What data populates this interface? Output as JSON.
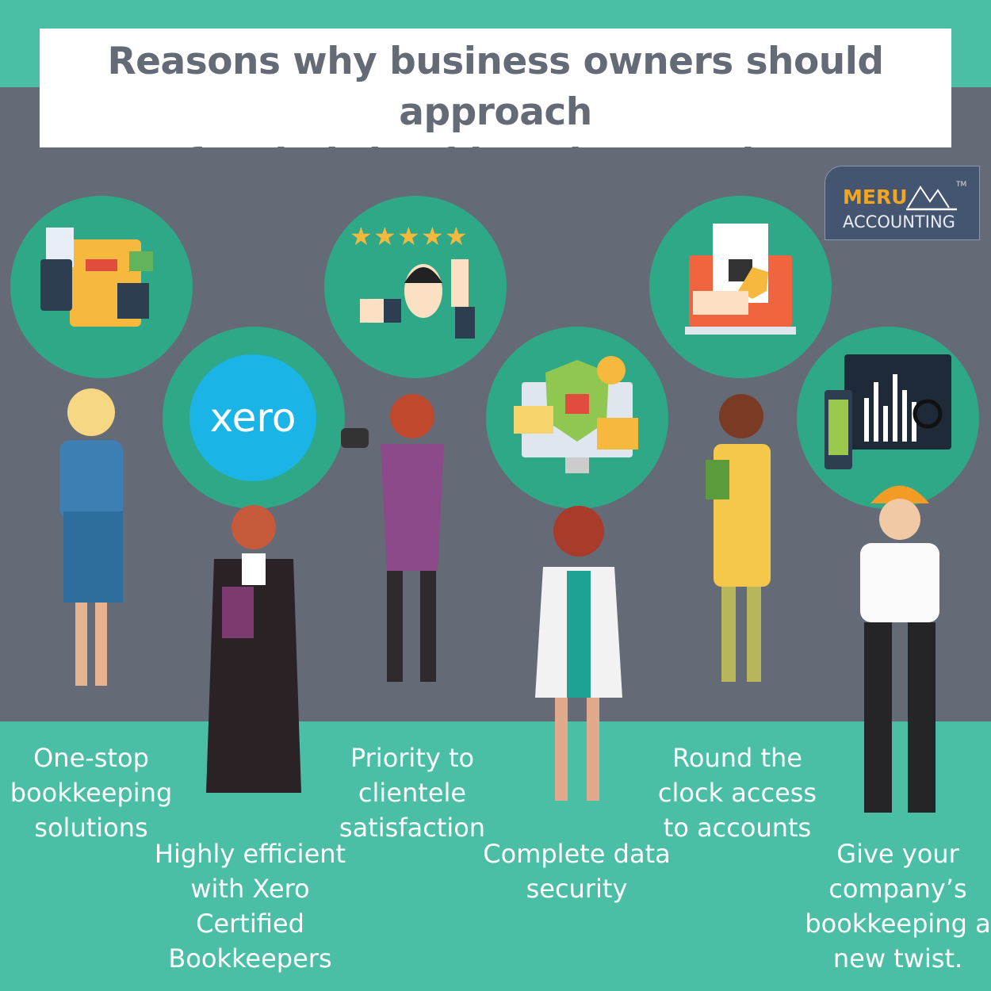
{
  "title": {
    "line1": "Reasons why business owners should approach",
    "line2": "meru for their bookkeeping requirements"
  },
  "logo": {
    "brand": "MERU",
    "sub": "ACCOUNTING",
    "tm": "TM"
  },
  "colors": {
    "teal": "#4bbfa5",
    "gray": "#646b77",
    "circle": "#2fa888",
    "logo_bg": "#435570",
    "logo_accent": "#f3a51f",
    "xero": "#1ab4e6"
  },
  "xero_label": "xero",
  "reasons": [
    {
      "text": "One-stop bookkeeping solutions",
      "icon": "accounting-tools-icon"
    },
    {
      "text": "Highly efficient with Xero Certified Bookkeepers",
      "icon": "xero-logo-icon"
    },
    {
      "text": "Priority to clientele satisfaction",
      "icon": "five-star-rating-icon"
    },
    {
      "text": "Complete data security",
      "icon": "security-shield-icon"
    },
    {
      "text": "Round the clock access to accounts",
      "icon": "secure-laptop-icon"
    },
    {
      "text": "Give your company’s bookkeeping a new twist.",
      "icon": "analytics-dashboard-icon"
    }
  ]
}
